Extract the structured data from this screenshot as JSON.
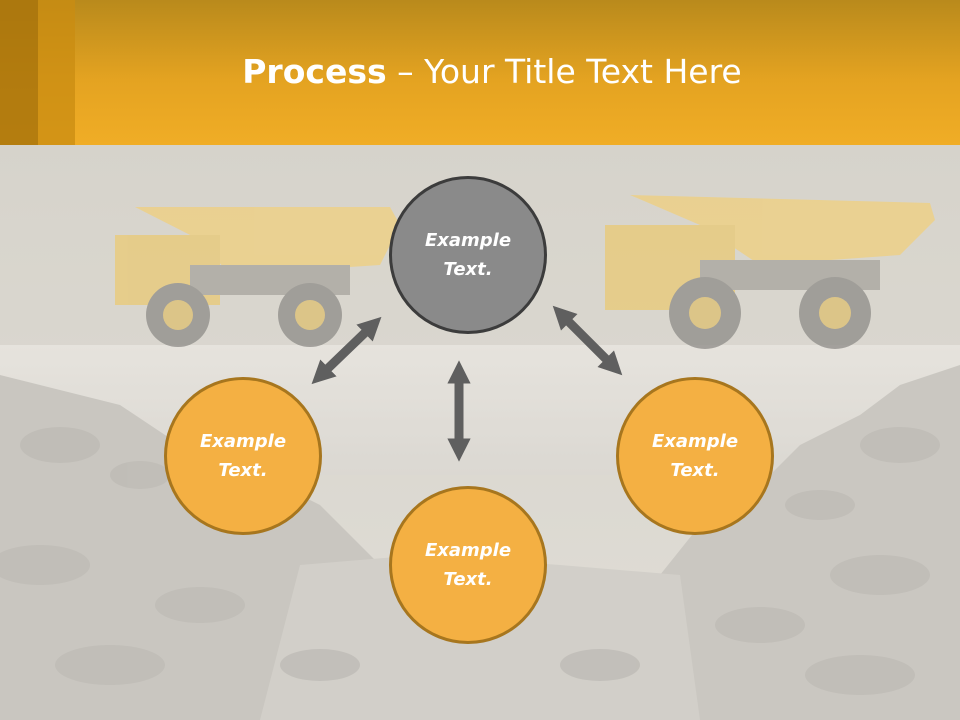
{
  "title": {
    "bold": "Process",
    "rest": " – Your Title Text Here"
  },
  "nodes": {
    "top": "Example Text.",
    "left": "Example Text.",
    "bottom": "Example Text.",
    "right": "Example Text."
  },
  "colors": {
    "header": "#f0ad26",
    "node_fill": "#f4b043",
    "node_border": "#a7761e",
    "center_fill": "#8a8a8a",
    "arrow": "#5f5f5f"
  }
}
